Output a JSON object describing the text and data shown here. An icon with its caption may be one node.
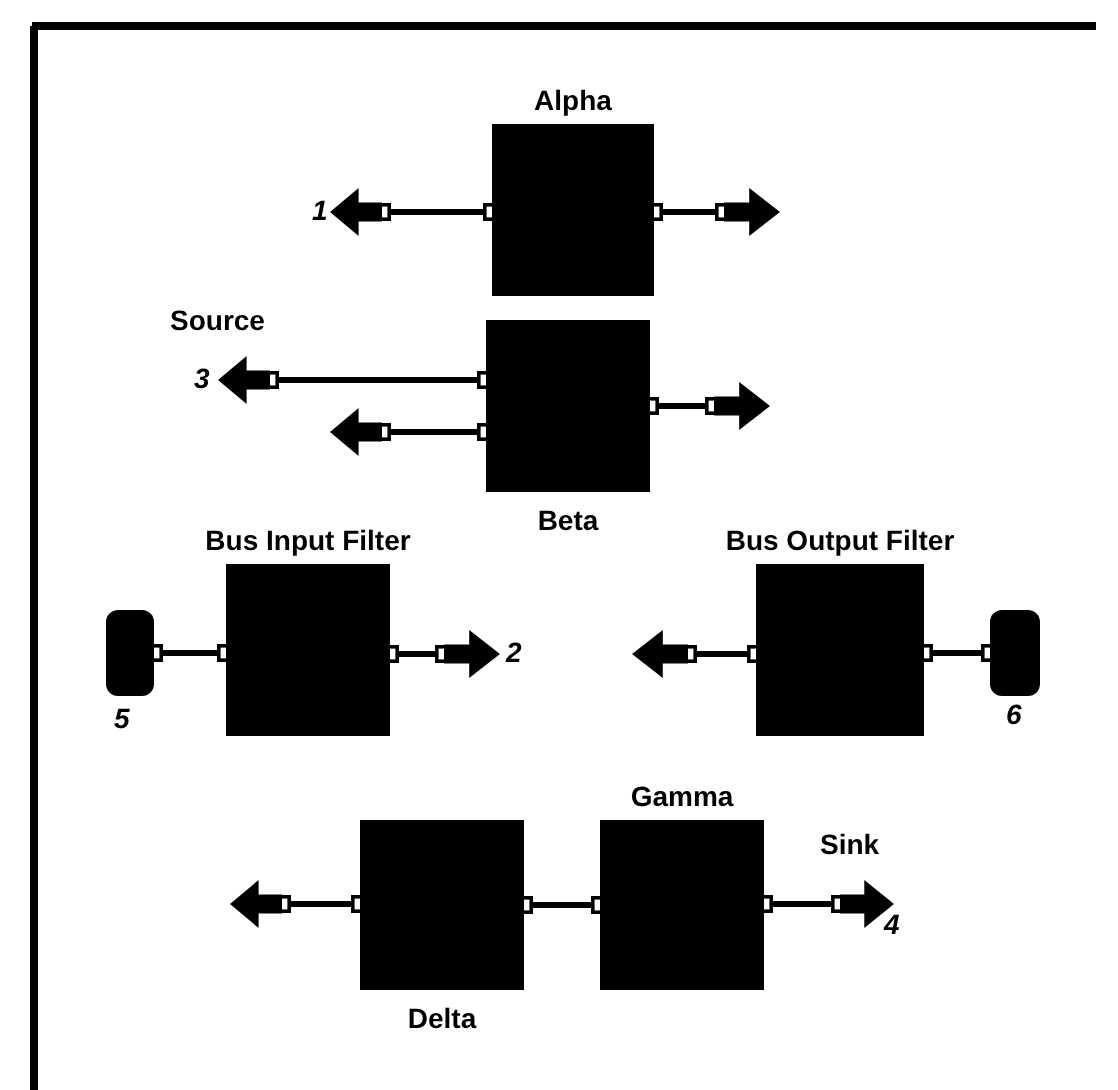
{
  "diagram": {
    "nodes": [
      {
        "text": [
          "Alpha"
        ]
      },
      {
        "text": [
          "Beta"
        ]
      },
      {
        "text": [
          "Bus Input Filter"
        ]
      },
      {
        "text": [
          "Bus Output Filter"
        ]
      },
      {
        "text": [
          "Delta"
        ]
      },
      {
        "text": [
          "Gamma"
        ]
      },
      {
        "text": [],
        "shape": "triangle",
        "beside": [
          "1"
        ]
      },
      {
        "text": [],
        "shape": "triangle"
      },
      {
        "text": [],
        "shape": "triangle",
        "beside": [
          "Source",
          "3"
        ]
      },
      {
        "text": [],
        "shape": "triangle"
      },
      {
        "text": [],
        "shape": "triangle"
      },
      {
        "text": [],
        "shape": "box",
        "beside": [
          "5"
        ]
      },
      {
        "text": [],
        "shape": "triangle",
        "beside": [
          "2"
        ]
      },
      {
        "text": [],
        "shape": "triangle"
      },
      {
        "text": [],
        "shape": "box",
        "beside": [
          "6"
        ]
      },
      {
        "text": [],
        "shape": "triangle"
      },
      {
        "text": [],
        "shape": "triangle",
        "beside": [
          "Sink",
          "4"
        ]
      }
    ],
    "edges": [
      {
        "from": 6,
        "to": 0,
        "arrow": "other"
      },
      {
        "from": 0,
        "to": 7,
        "arrow": "other"
      },
      {
        "from": 8,
        "to": 1,
        "arrow": "other"
      },
      {
        "from": 9,
        "to": 1,
        "arrow": "other"
      },
      {
        "from": 1,
        "to": 10,
        "arrow": "other"
      },
      {
        "from": 11,
        "to": 2,
        "arrow": "other"
      },
      {
        "from": 2,
        "to": 12,
        "arrow": "other"
      },
      {
        "from": 13,
        "to": 3,
        "arrow": "other"
      },
      {
        "from": 3,
        "to": 14,
        "arrow": "other"
      },
      {
        "from": 15,
        "to": 4,
        "arrow": "other"
      },
      {
        "from": 4,
        "to": 5,
        "arrow": "other"
      },
      {
        "from": 5,
        "to": 16,
        "arrow": "other"
      }
    ]
  }
}
